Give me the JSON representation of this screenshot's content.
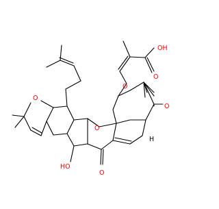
{
  "colors": {
    "background": "#ffffff",
    "bond": "#000000",
    "oxygen": "#ff0000"
  },
  "labels": {
    "oh_acid": "OH",
    "o_acid": "O",
    "o_bridge": "O",
    "o_ketone_right": "O",
    "o_pyran_left": "O",
    "o_ring_center": "O",
    "ho_phenol": "HO",
    "o_ketone_bottom": "O",
    "h_stereo": "H"
  }
}
